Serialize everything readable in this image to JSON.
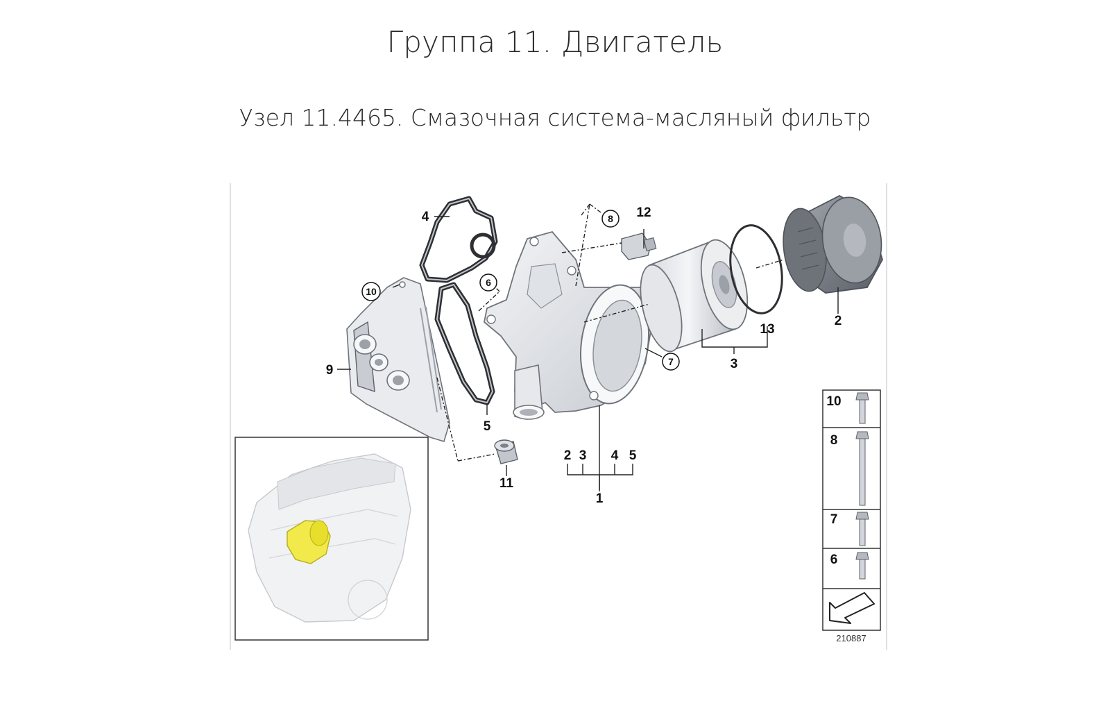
{
  "header": {
    "group_title": "Группа 11. Двигатель",
    "assembly_title": "Узел 11.4465. Смазочная система-масляный фильтр"
  },
  "diagram": {
    "drawing_number": "210887",
    "callouts": {
      "c1": "1",
      "c2": "2",
      "c3": "3",
      "c4": "4",
      "c5": "5",
      "c9": "9",
      "c11": "11",
      "c12": "12",
      "c13": "13",
      "c6": "6",
      "c7": "7",
      "c8": "8",
      "c10": "10"
    },
    "group_ref_1": [
      "2",
      "3",
      "4",
      "5"
    ],
    "hardware_table": [
      "10",
      "8",
      "7",
      "6"
    ],
    "colors": {
      "highlight": "#f2ea4a",
      "part_gray": "#e9ebee",
      "cap_gray": "#8a8e96"
    }
  }
}
